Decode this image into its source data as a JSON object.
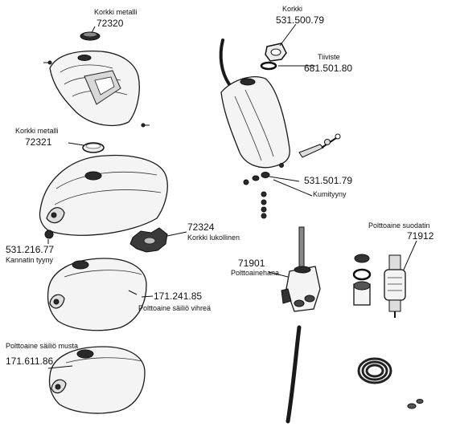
{
  "labels": {
    "cap_72320": {
      "name": "Korkki metalli",
      "code": "72320"
    },
    "cap_72321": {
      "name": "Korkki metalli",
      "code": "72321"
    },
    "cap_531500": {
      "name": "Korkki",
      "code": "531.500.79"
    },
    "seal_681501": {
      "name": "Tiiviste",
      "code": "681.501.80"
    },
    "rubber_531501": {
      "name": "Kumityyny",
      "code": "531.501.79"
    },
    "lockcap_72324": {
      "name": "Korkki lukollinen",
      "code": "72324"
    },
    "pad_531216": {
      "name": "Kannatin tyyny",
      "code": "531.216.77"
    },
    "tank_green": {
      "name": "Polttoaine säiliö vihreä",
      "code": "171.241.85"
    },
    "tank_black": {
      "name": "Polttoaine säiliö musta",
      "code": "171.611.86"
    },
    "valve_71901": {
      "name": "Polttoainehana",
      "code": "71901"
    },
    "filter_71912": {
      "name": "Polttoaine suodatin",
      "code": "71912"
    }
  }
}
